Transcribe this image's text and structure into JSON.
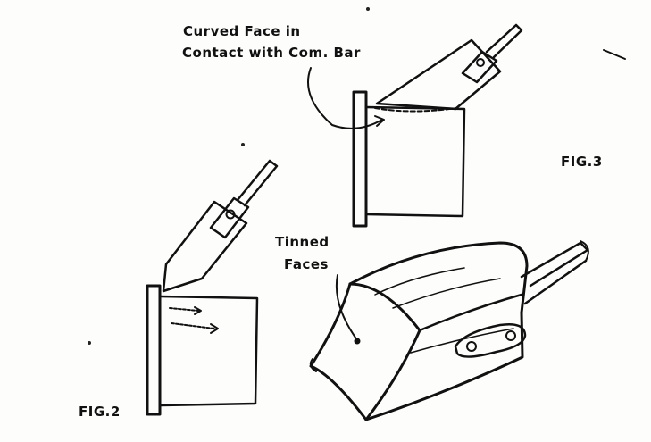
{
  "labels": {
    "curved_face_line1": "Curved Face in",
    "curved_face_line2": "Contact with Com. Bar",
    "fig3": "FIG.3",
    "tinned_line1": "Tinned",
    "tinned_line2": "Faces",
    "fig2": "FIG.2"
  }
}
